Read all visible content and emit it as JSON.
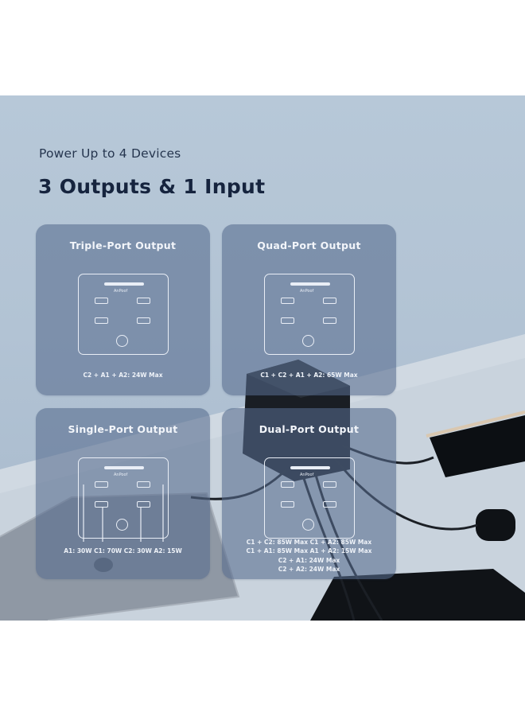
{
  "header": {
    "subtitle": "Power Up to 4 Devices",
    "title": "3 Outputs & 1 Input"
  },
  "panels": {
    "triple": {
      "title": "Triple-Port Output",
      "caption": "C2 + A1 + A2: 24W Max"
    },
    "quad": {
      "title": "Quad-Port Output",
      "caption": "C1 + C2 + A1 + A2: 65W Max"
    },
    "single": {
      "title": "Single-Port Output",
      "caption": "A1: 30W   C1: 70W   C2: 30W   A2: 15W"
    },
    "dual": {
      "title": "Dual-Port Output",
      "lines": [
        "C1 + C2: 85W Max   C1 + A2: 85W Max",
        "C1 + A1: 85W Max   A1 + A2: 15W Max",
        "C2 + A1: 24W Max",
        "C2 + A2: 24W Max"
      ]
    }
  },
  "device": {
    "brand": "AnPoof"
  },
  "colors": {
    "background": "#b5c6d7",
    "panel": "#566a8e",
    "heading": "#16243e",
    "line": "#e9eef6"
  },
  "icons": [
    "charger-device",
    "smartphone",
    "laptop",
    "earbuds-case",
    "tablet"
  ]
}
